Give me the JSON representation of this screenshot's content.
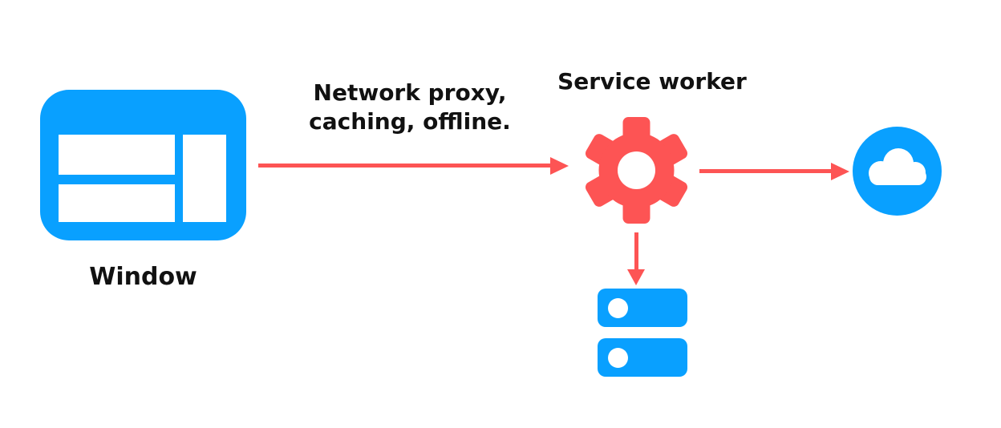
{
  "colors": {
    "blue": "#09a0ff",
    "red": "#fd5454",
    "text": "#111111",
    "background": "#ffffff"
  },
  "nodes": {
    "window": {
      "label": "Window",
      "icon": "browser-window-icon"
    },
    "service_worker": {
      "label": "Service worker",
      "icon": "gear-icon"
    },
    "network": {
      "icon": "cloud-icon"
    },
    "storage": {
      "icon": "database-stack-icon",
      "drive_count": 2
    }
  },
  "annotation": {
    "line1": "Network proxy,",
    "line2": "caching, offline."
  },
  "arrows": [
    {
      "name": "window-to-service-worker",
      "direction": "right"
    },
    {
      "name": "service-worker-to-network",
      "direction": "right"
    },
    {
      "name": "service-worker-to-storage",
      "direction": "down"
    }
  ]
}
